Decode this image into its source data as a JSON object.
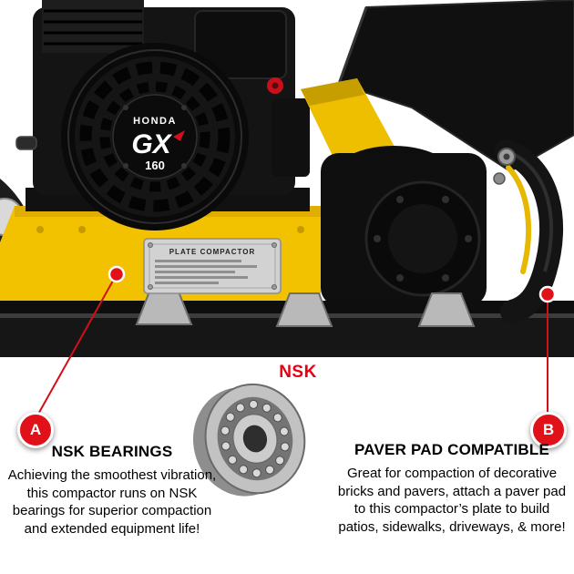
{
  "colors": {
    "accent_red": "#e01119",
    "nsk_red": "#e60012",
    "machine_yellow": "#f2c100"
  },
  "photo": {
    "engine": {
      "brand": "HONDA",
      "model": "GX",
      "displacement": "160"
    },
    "spec_plate_title": "PLATE COMPACTOR"
  },
  "bearing": {
    "logo": "NSK"
  },
  "callouts": {
    "a": {
      "marker": "A",
      "title": "NSK BEARINGS",
      "body": "Achieving the smoothest vibration, this compactor runs on NSK bearings for superior compaction and extended equipment life!"
    },
    "b": {
      "marker": "B",
      "title": "PAVER PAD COMPATIBLE",
      "body": "Great for compaction of decorative bricks and pavers, attach a paver pad to this compactor’s plate to build patios, sidewalks, driveways, & more!"
    }
  }
}
